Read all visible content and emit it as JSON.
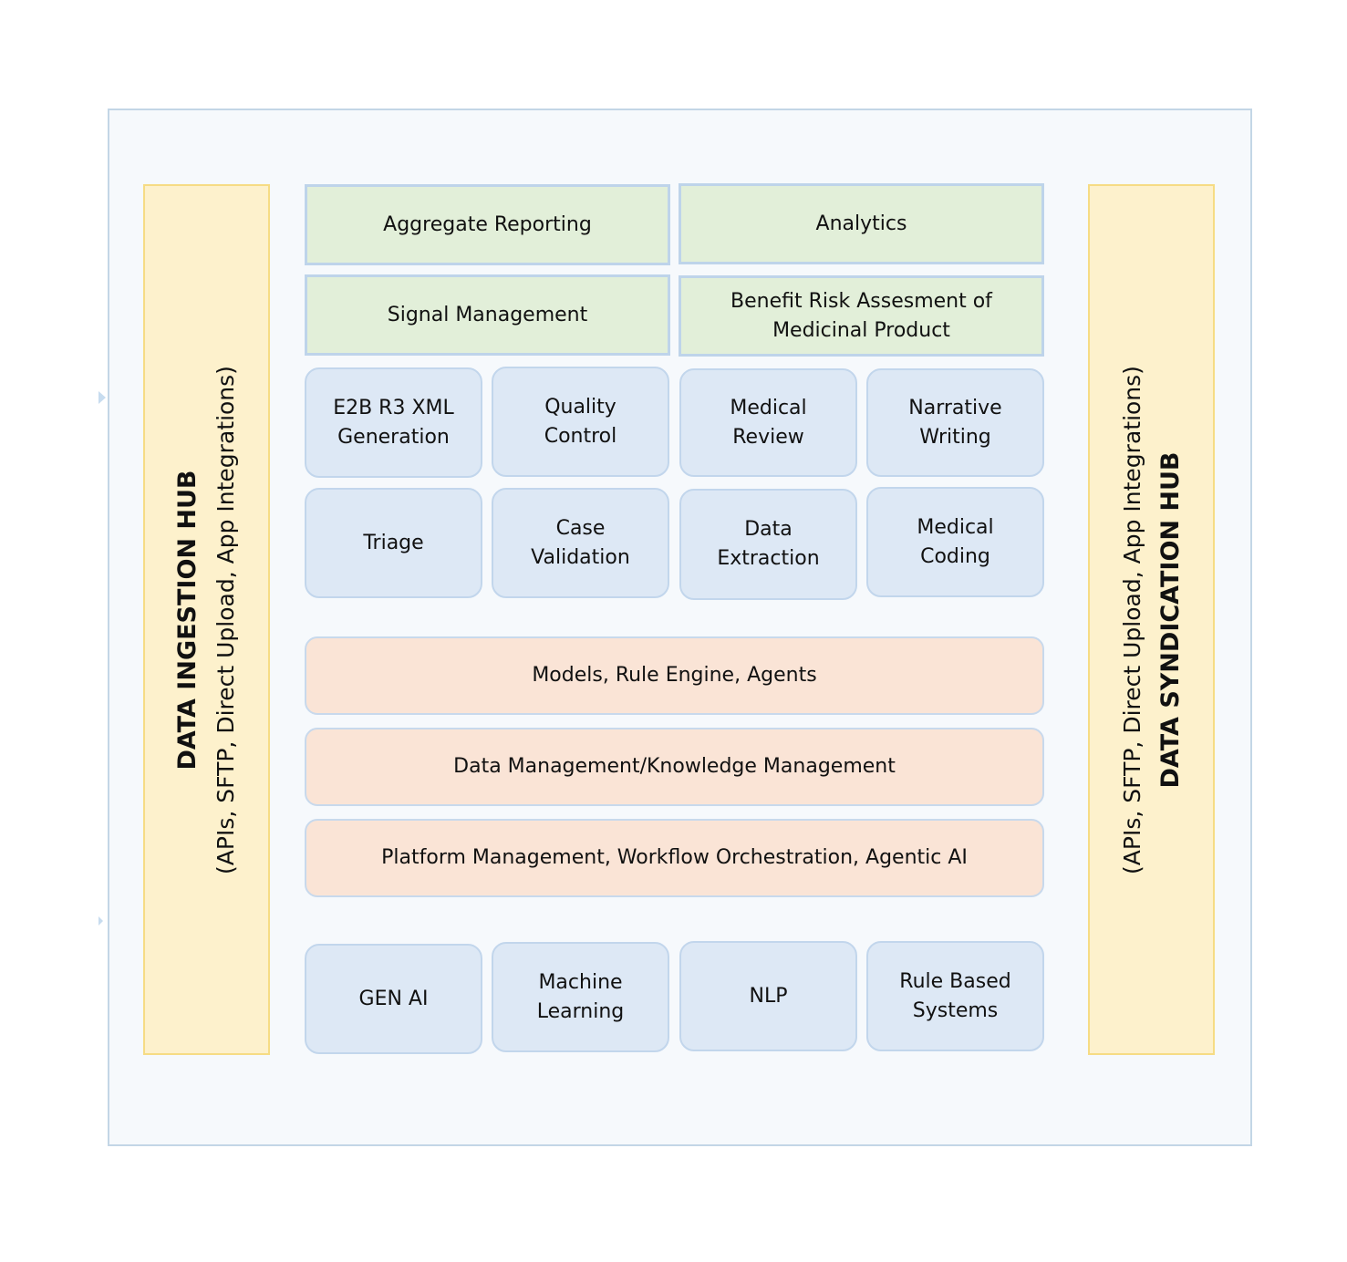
{
  "left_hub": {
    "title": "DATA INGESTION HUB",
    "subtitle": "(APIs, SFTP, Direct Upload, App Integrations)"
  },
  "right_hub": {
    "title": "DATA SYNDICATION HUB",
    "subtitle": "(APIs, SFTP, Direct Upload, App Integrations)"
  },
  "applications": {
    "aggregate_reporting": "Aggregate Reporting",
    "analytics": "Analytics",
    "signal_management": "Signal Management",
    "benefit_risk": [
      "Benefit Risk Assesment of",
      "Medicinal Product"
    ]
  },
  "case_processing": {
    "e2b": [
      "E2B R3 XML",
      "Generation"
    ],
    "quality_control": [
      "Quality",
      "Control"
    ],
    "medical_review": [
      "Medical",
      "Review"
    ],
    "narrative_writing": [
      "Narrative",
      "Writing"
    ],
    "triage": "Triage",
    "case_validation": [
      "Case",
      "Validation"
    ],
    "data_extraction": [
      "Data",
      "Extraction"
    ],
    "medical_coding": [
      "Medical",
      "Coding"
    ]
  },
  "platform_layers": {
    "models": "Models, Rule Engine, Agents",
    "data_management": "Data Management/Knowledge Management",
    "platform_management": "Platform Management, Workflow Orchestration, Agentic AI"
  },
  "technologies": {
    "gen_ai": "GEN AI",
    "machine_learning": [
      "Machine",
      "Learning"
    ],
    "nlp": "NLP",
    "rule_based": [
      "Rule Based",
      "Systems"
    ]
  }
}
